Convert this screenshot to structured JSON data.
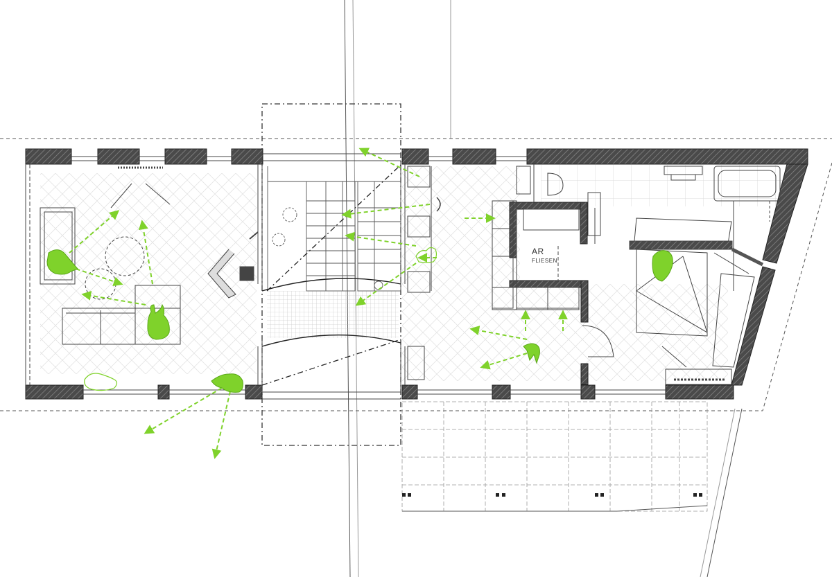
{
  "plan": {
    "labels": {
      "room": "AR",
      "finish": "FLIESEN"
    },
    "colors": {
      "line": "#333333",
      "wall_hatch": "#3a3a3a",
      "accent": "#7fd22b",
      "accent_dark": "#5aa718",
      "light_line": "#9a9a9a"
    },
    "figures": [
      "cat",
      "cat",
      "cat",
      "cat",
      "dog",
      "cat-outline",
      "cat-outline"
    ],
    "elements": [
      "staircase",
      "sofa",
      "bathtub",
      "toilet",
      "washbasin",
      "bed",
      "terrace-grid",
      "movement-arrows"
    ]
  }
}
